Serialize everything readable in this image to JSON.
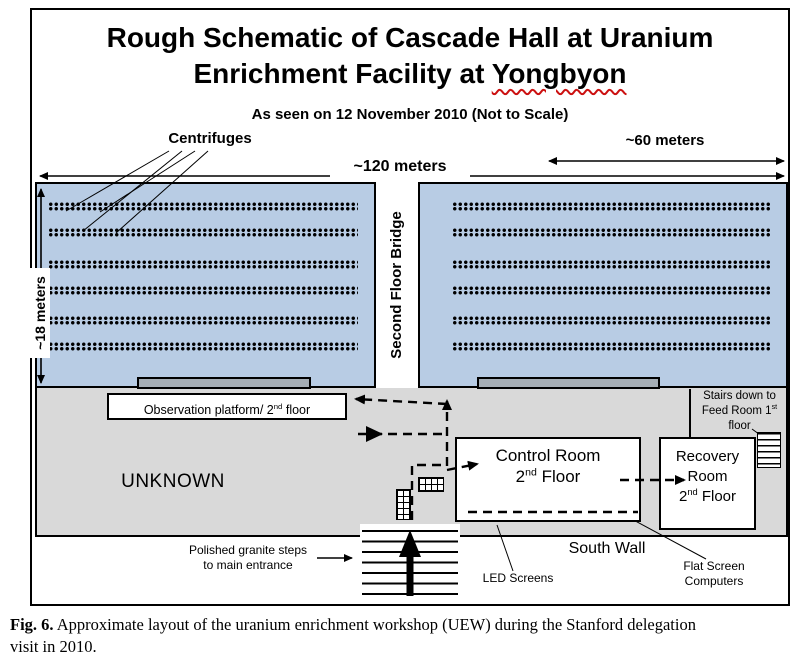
{
  "colors": {
    "hall_blue": "#b8cce4",
    "floor_gray": "#d9d9d9",
    "platform_gray": "#a6aeb5",
    "underline_red": "#cc1111"
  },
  "title": {
    "line1": "Rough Schematic of Cascade Hall at Uranium",
    "line2_prefix": "Enrichment Facility at ",
    "line2_underlined": "Yongbyon",
    "subtitle": "As seen on 12 November 2010 (Not to Scale)"
  },
  "dimensions": {
    "total_width": "~120 meters",
    "right_width": "~60 meters",
    "hall_height": "~18 meters"
  },
  "hall": {
    "centrifuges_label": "Centrifuges",
    "bridge_label": "Second Floor Bridge"
  },
  "second_floor": {
    "observation_text": "Observation platform/ 2",
    "observation_sup": "nd",
    "observation_rest": " floor",
    "unknown_label": "UNKNOWN",
    "control_room": {
      "line1": "Control Room",
      "num": "2",
      "sup": "nd",
      "rest": " Floor"
    },
    "recovery_room": {
      "line1": "Recovery",
      "line2": "Room",
      "num": "2",
      "sup": "nd",
      "rest": " Floor"
    },
    "stairs_note": {
      "line1": "Stairs down to",
      "line2": "Feed Room 1",
      "sup": "st",
      "line3": "floor"
    }
  },
  "ground": {
    "granite_line1": "Polished granite steps",
    "granite_line2": "to main entrance",
    "led_label": "LED Screens",
    "south_wall_label": "South Wall",
    "flat_line1": "Flat Screen",
    "flat_line2": "Computers"
  },
  "caption": {
    "fig_label": "Fig. 6.",
    "text": " Approximate layout of the uranium enrichment workshop (UEW) during the Stanford delegation",
    "text_line2": "visit in 2010."
  }
}
